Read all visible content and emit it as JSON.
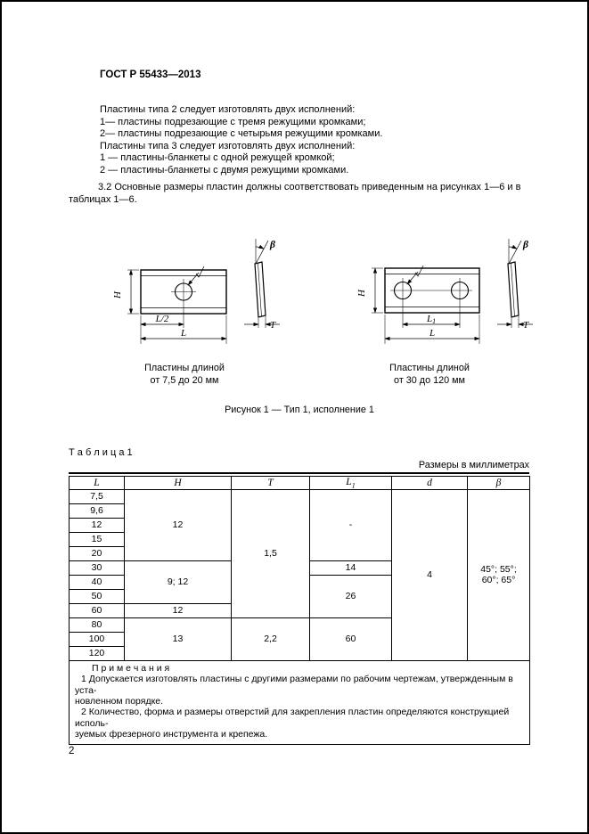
{
  "doc": {
    "header": "ГОСТ Р 55433—2013",
    "page_number": "2"
  },
  "intro": {
    "lines": [
      "Пластины типа 2 следует изготовлять двух исполнений:",
      "1— пластины подрезающие с тремя режущими кромками;",
      "2— пластины подрезающие с четырьмя режущими кромками.",
      "Пластины типа 3 следует изготовлять двух исполнений:",
      "1 — пластины-бланкеты с одной режущей кромкой;",
      "2 — пластины-бланкеты с двумя режущими кромками."
    ]
  },
  "section": {
    "line1": "3.2  Основные размеры пластин должны соответствовать приведенным на рисунках 1—6 и в",
    "line2": "таблицах 1—6."
  },
  "figure": {
    "labels": {
      "H": "H",
      "L": "L",
      "L_half": "L/2",
      "L1_main": "L",
      "L1_sub": "1",
      "T": "T",
      "beta": "β"
    },
    "left_caption": [
      "Пластины длиной",
      "от 7,5 до 20 мм"
    ],
    "right_caption": [
      "Пластины длиной",
      "от 30 до 120 мм"
    ],
    "caption": "Рисунок 1 — Тип 1, исполнение 1"
  },
  "table": {
    "label": "Т а б л и ц а 1",
    "units_note": "Размеры в миллиметрах",
    "headers": {
      "L": "L",
      "H": "H",
      "T": "T",
      "L1_main": "L",
      "L1_sub": "1",
      "d": "d",
      "beta": "β"
    },
    "L_values": [
      "7,5",
      "9,6",
      "12",
      "15",
      "20",
      "30",
      "40",
      "50",
      "60",
      "80",
      "100",
      "120"
    ],
    "H_7_20": "12",
    "H_30_50": "9; 12",
    "H_60": "12",
    "H_80_120": "13",
    "T_7_60": "1,5",
    "T_80_120": "2,2",
    "L1_7_20": "-",
    "L1_30": "14",
    "L1_40_60": "26",
    "L1_80_120": "60",
    "d_all": "4",
    "beta_all": [
      "45°; 55°;",
      "60°; 65°"
    ],
    "notes": {
      "title": "П р и м е ч а н и я",
      "n1_line1": "1  Допускается изготовлять пластины с другими размерами по рабочим чертежам, утвержденным в уста-",
      "n1_line2": "новленном порядке.",
      "n2_line1": "2  Количество, форма и размеры отверстий для закрепления пластин определяются конструкцией исполь-",
      "n2_line2": "зуемых фрезерного инструмента и крепежа."
    }
  }
}
